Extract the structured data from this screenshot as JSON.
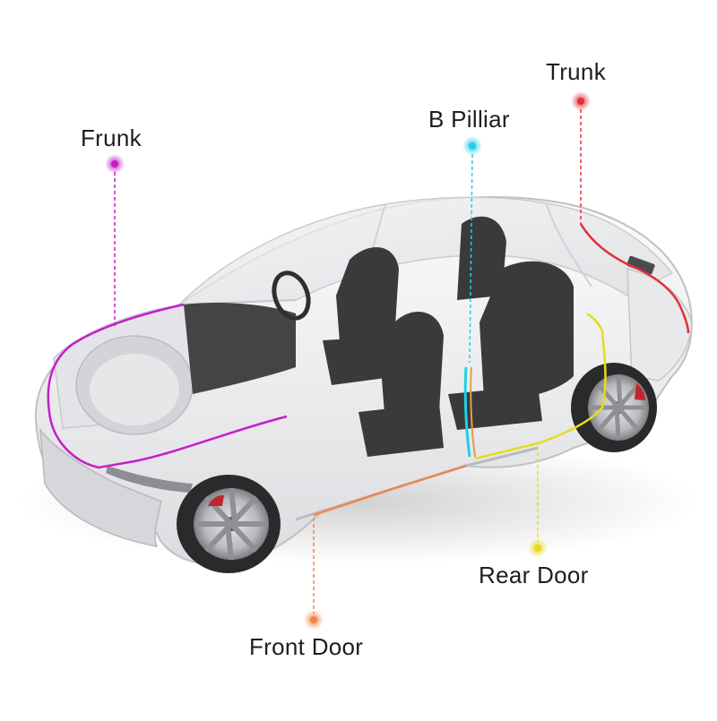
{
  "diagram": {
    "callouts": [
      {
        "id": "frunk",
        "label": "Frunk",
        "color": "#c41fc9"
      },
      {
        "id": "b_pillar",
        "label": "B Pilliar",
        "color": "#22cfe6"
      },
      {
        "id": "trunk",
        "label": "Trunk",
        "color": "#e0303b"
      },
      {
        "id": "rear_door",
        "label": "Rear Door",
        "color": "#e6dc1c"
      },
      {
        "id": "front_door",
        "label": "Front Door",
        "color": "#f0864a"
      }
    ]
  },
  "colors": {
    "car_body": "#f4f4f6",
    "seat": "#3a3a3c",
    "tire": "#2a2a2c",
    "brake_caliper": "#c0262e"
  }
}
